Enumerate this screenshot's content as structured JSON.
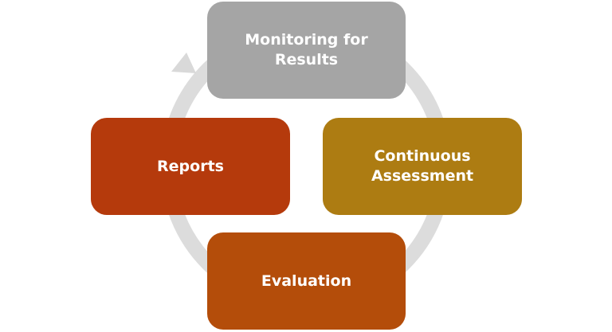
{
  "colors": {
    "ring": "#dcdcdc",
    "arrowhead": "#d9d9d9",
    "monitoring": "#a5a5a5",
    "continuous": "#ad7c12",
    "evaluation": "#b44d0a",
    "reports": "#b53a0c"
  },
  "steps": {
    "monitoring": "Monitoring for Results",
    "continuous": "Continuous Assessment",
    "evaluation": "Evaluation",
    "reports": "Reports"
  }
}
